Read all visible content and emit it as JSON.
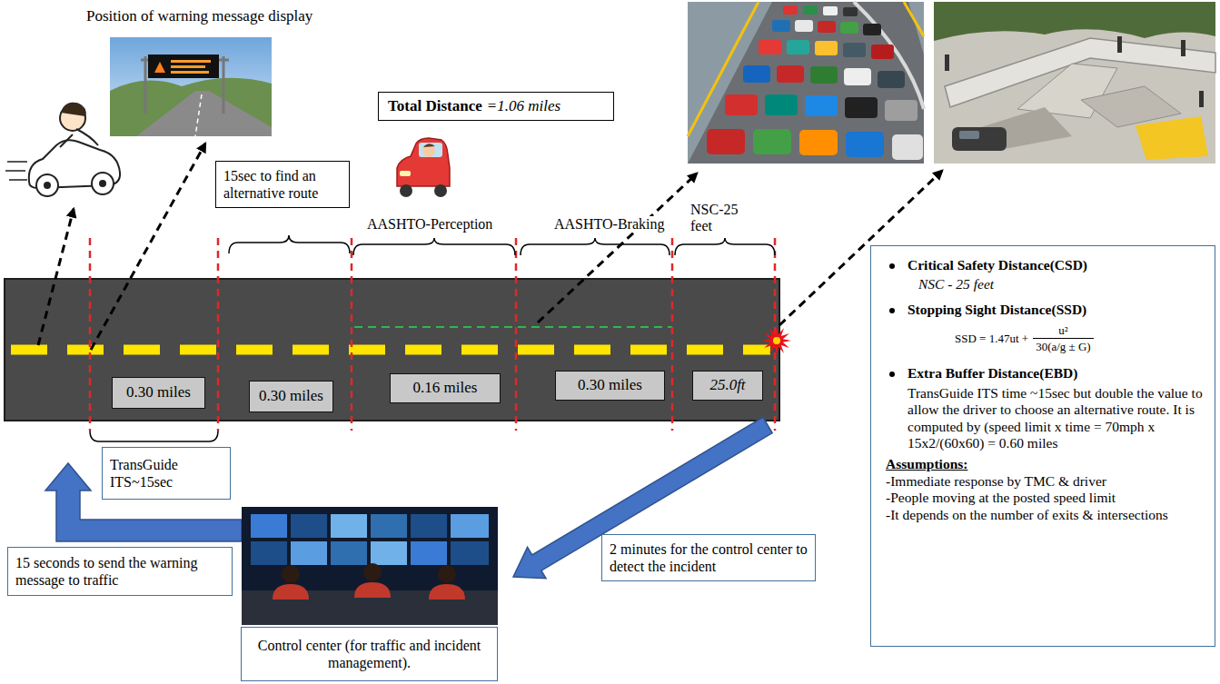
{
  "diagram": {
    "nodes": [
      {
        "text": [
          "15sec to find an alternative route"
        ]
      },
      {
        "text": [
          "Total Distance",
          "=1.06 miles"
        ]
      },
      {
        "text": [
          "0.30 miles"
        ]
      },
      {
        "text": [
          "0.30 miles"
        ]
      },
      {
        "text": [
          "0.16 miles"
        ]
      },
      {
        "text": [
          "0.30 miles"
        ]
      },
      {
        "text": [
          "25.0ft"
        ]
      },
      {
        "text": [
          "Critical Safety Distance(CSD)",
          "NSC - 25 feet",
          "Stopping Sight Distance(SSD)",
          "SSD = 1.47ut +",
          "u²",
          "30(a/g ± G)",
          "Extra Buffer Distance(EBD)",
          "TransGuide ITS time ~15sec but double the value to allow the driver to choose an alternative route. It is computed by (speed limit x time = 70mph x 15x2/(60x60) = 0.60 miles",
          "Assumptions:",
          "-Immediate response by TMC & driver",
          "-People moving at the posted speed limit",
          "-It depends on the number of exits & intersections"
        ]
      },
      {
        "text": [
          "TransGuide ITS~15sec"
        ]
      },
      {
        "text": [
          "2 minutes for the control center to detect the incident"
        ]
      },
      {
        "text": [
          "15 seconds to send the warning message to traffic"
        ]
      },
      {
        "text": [
          "Control center (for traffic and incident management)."
        ]
      }
    ],
    "labels": [
      "Position of warning message display",
      "AASHTO-Perception",
      "AASHTO-Braking",
      "NSC-25 feet"
    ]
  }
}
